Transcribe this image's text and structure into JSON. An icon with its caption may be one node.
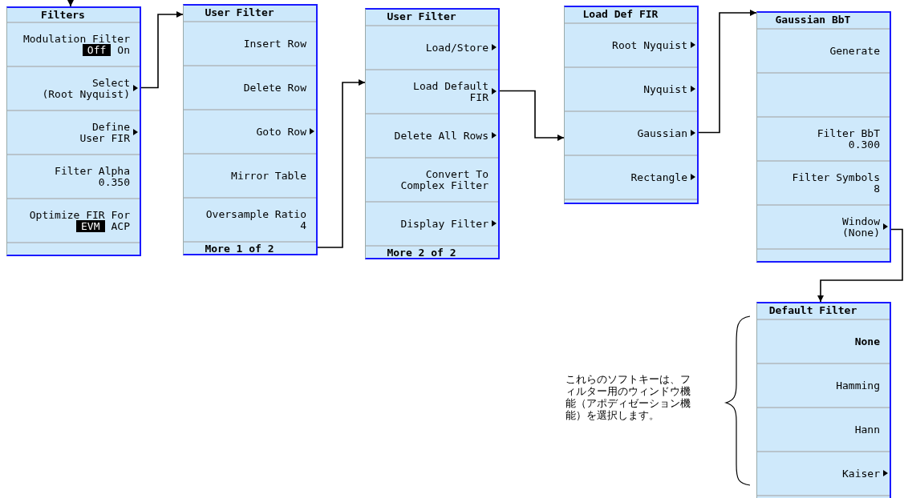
{
  "diagram": {
    "nodes": [
      {
        "text": [
          "Filters"
        ]
      },
      {
        "text": [
          "Modulation Filter",
          "Off",
          "On"
        ],
        "in": 0
      },
      {
        "text": [
          "Select",
          "(Root Nyquist)"
        ],
        "in": 0
      },
      {
        "text": [
          "Define User FIR"
        ],
        "in": 0
      },
      {
        "text": [
          "Filter Alpha",
          "0.350"
        ],
        "in": 0
      },
      {
        "text": [
          "Optimize FIR For",
          "EVM",
          "ACP"
        ],
        "in": 0
      },
      {
        "text": [],
        "shape": "box",
        "in": 0
      },
      {
        "text": [
          "User Filter"
        ]
      },
      {
        "text": [
          "Insert Row"
        ],
        "in": 7
      },
      {
        "text": [
          "Delete Row"
        ],
        "in": 7
      },
      {
        "text": [
          "Goto Row"
        ],
        "in": 7
      },
      {
        "text": [
          "Mirror Table"
        ],
        "in": 7
      },
      {
        "text": [
          "Oversample Ratio",
          "4"
        ],
        "in": 7
      },
      {
        "text": [
          "More 1 of 2"
        ],
        "in": 7
      },
      {
        "text": [
          "User Filter"
        ]
      },
      {
        "text": [
          "Load/Store"
        ],
        "in": 14
      },
      {
        "text": [
          "Load Default FIR"
        ],
        "in": 14
      },
      {
        "text": [
          "Delete All Rows"
        ],
        "in": 14
      },
      {
        "text": [
          "Convert To Complex Filter"
        ],
        "in": 14
      },
      {
        "text": [
          "Display Filter"
        ],
        "in": 14
      },
      {
        "text": [
          "More 2 of 2"
        ],
        "in": 14
      },
      {
        "text": [
          "Load Def FIR"
        ]
      },
      {
        "text": [
          "Root Nyquist"
        ],
        "in": 21
      },
      {
        "text": [
          "Nyquist"
        ],
        "in": 21
      },
      {
        "text": [
          "Gaussian"
        ],
        "in": 21
      },
      {
        "text": [
          "Rectangle"
        ],
        "in": 21
      },
      {
        "text": [],
        "shape": "box",
        "in": 21
      },
      {
        "text": [
          "Gaussian BbT"
        ]
      },
      {
        "text": [
          "Generate"
        ],
        "in": 27
      },
      {
        "text": [],
        "shape": "box",
        "in": 27
      },
      {
        "text": [
          "Filter BbT",
          "0.300"
        ],
        "in": 27
      },
      {
        "text": [
          "Filter Symbols",
          "8"
        ],
        "in": 27
      },
      {
        "text": [
          "Window",
          "(None)"
        ],
        "in": 27
      },
      {
        "text": [],
        "shape": "box",
        "in": 27
      },
      {
        "text": [
          "Default Filter"
        ]
      },
      {
        "text": [
          "None"
        ],
        "in": 34
      },
      {
        "text": [
          "Hamming"
        ],
        "in": 34
      },
      {
        "text": [
          "Hann"
        ],
        "in": 34
      },
      {
        "text": [
          "Kaiser"
        ],
        "in": 34
      },
      {
        "text": [],
        "shape": "box",
        "in": 34
      }
    ],
    "edges": [
      {
        "from": null,
        "to": 0,
        "arrow": "to"
      },
      {
        "from": 2,
        "to": 7,
        "arrow": "to"
      },
      {
        "from": 13,
        "to": 14,
        "arrow": "to"
      },
      {
        "from": 16,
        "to": 21,
        "arrow": "to"
      },
      {
        "from": 24,
        "to": 27,
        "arrow": "to"
      },
      {
        "from": 32,
        "to": 34,
        "arrow": "to"
      }
    ],
    "labels": [
      "これらのソフトキーは、フィルター用のウィンドウ機能（アポディゼーション機能）を選択します。"
    ]
  }
}
